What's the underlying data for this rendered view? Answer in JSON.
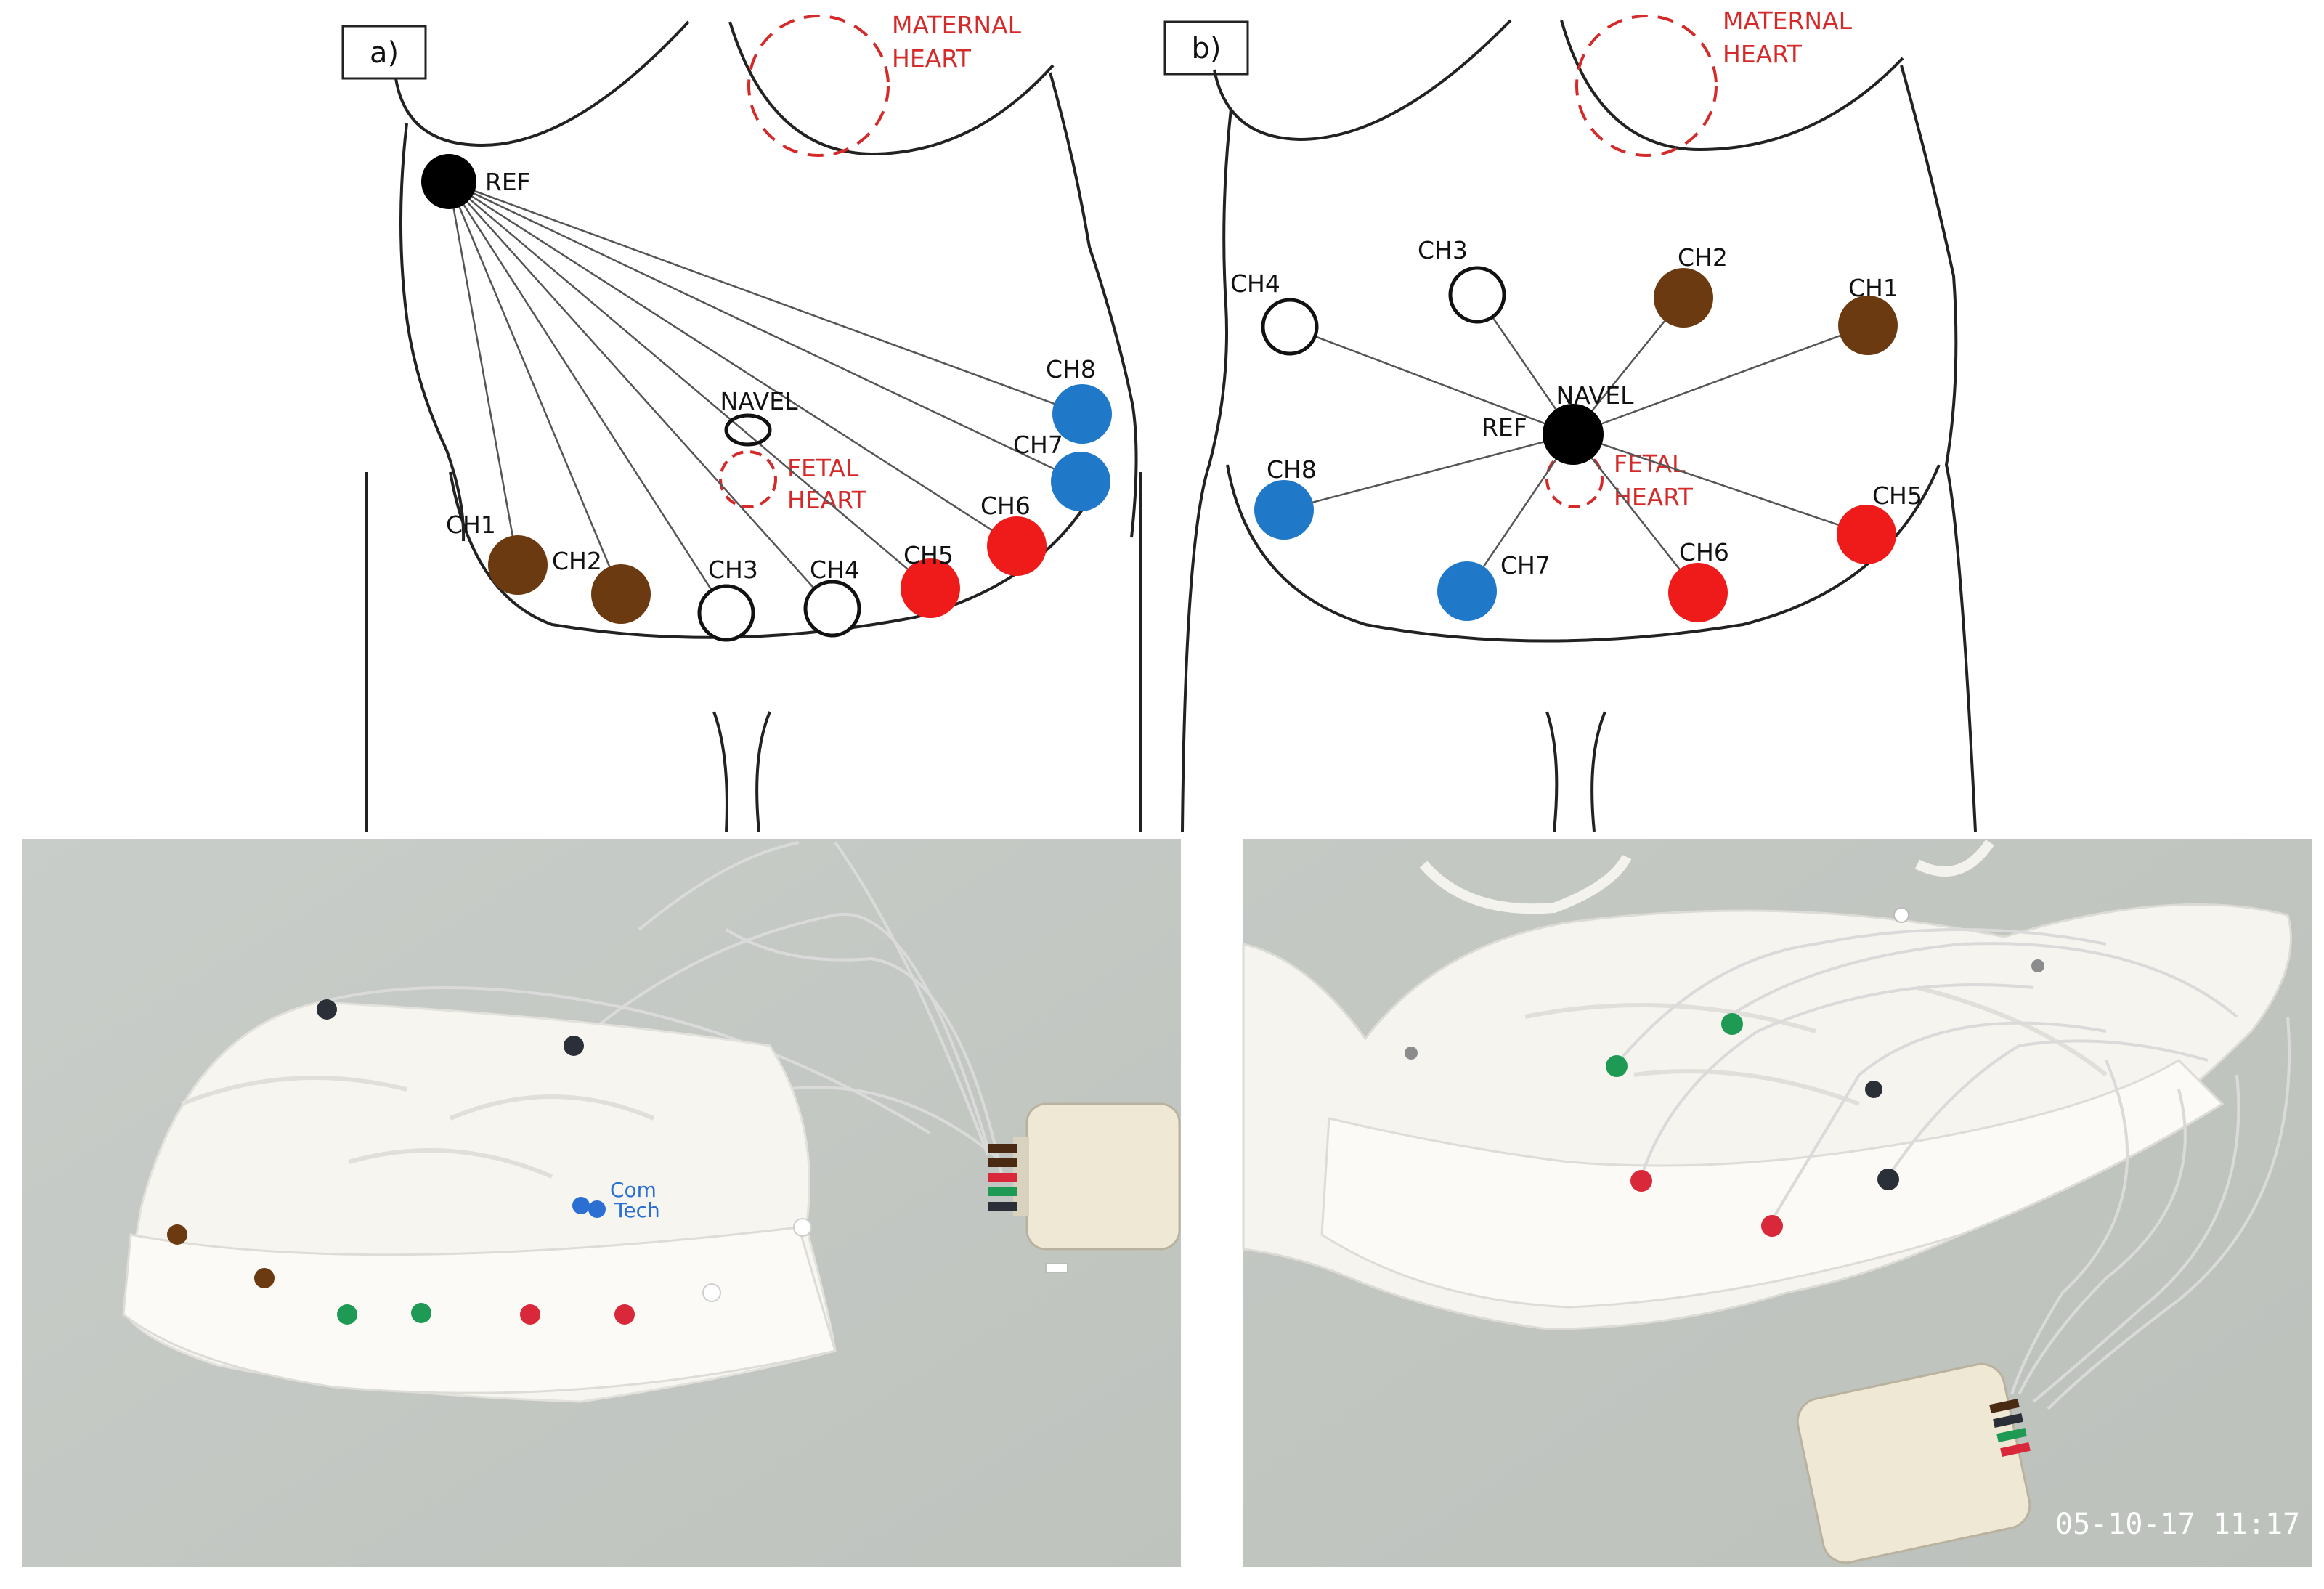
{
  "panels": [
    {
      "id": "a",
      "label": "a)",
      "maternal_heart": [
        "MATERNAL",
        "HEART"
      ],
      "fetal_heart": [
        "FETAL",
        "HEART"
      ],
      "ref_label": "REF",
      "navel_label": "NAVEL",
      "electrodes": [
        {
          "label": "CH1",
          "color": "brown"
        },
        {
          "label": "CH2",
          "color": "brown"
        },
        {
          "label": "CH3",
          "color": "white"
        },
        {
          "label": "CH4",
          "color": "white"
        },
        {
          "label": "CH5",
          "color": "red"
        },
        {
          "label": "CH6",
          "color": "red"
        },
        {
          "label": "CH7",
          "color": "blue"
        },
        {
          "label": "CH8",
          "color": "blue"
        }
      ]
    },
    {
      "id": "b",
      "label": "b)",
      "maternal_heart": [
        "MATERNAL",
        "HEART"
      ],
      "fetal_heart": [
        "FETAL",
        "HEART"
      ],
      "ref_label": "REF",
      "navel_label": "NAVEL",
      "electrodes": [
        {
          "label": "CH1",
          "color": "brown"
        },
        {
          "label": "CH2",
          "color": "brown"
        },
        {
          "label": "CH3",
          "color": "white"
        },
        {
          "label": "CH4",
          "color": "white"
        },
        {
          "label": "CH5",
          "color": "red"
        },
        {
          "label": "CH6",
          "color": "red"
        },
        {
          "label": "CH7",
          "color": "blue"
        },
        {
          "label": "CH8",
          "color": "blue"
        }
      ]
    }
  ],
  "photos": [
    {
      "id": "photo-left",
      "logo_text": [
        "Com",
        "Tech"
      ]
    },
    {
      "id": "photo-right",
      "timestamp": "05-10-17 11:17"
    }
  ],
  "colors": {
    "brown": "#6b3a10",
    "red": "#ef1a1a",
    "blue": "#1f78c8",
    "black": "#000000",
    "white": "#ffffff",
    "heart_dash": "#d42a2a",
    "photo_bg": "#c8ccc8",
    "garment": "#f6f5f0",
    "box": "#efe8d4",
    "lead_green": "#1f9a55",
    "lead_red": "#d8283a",
    "lead_dark": "#2b2f38"
  }
}
